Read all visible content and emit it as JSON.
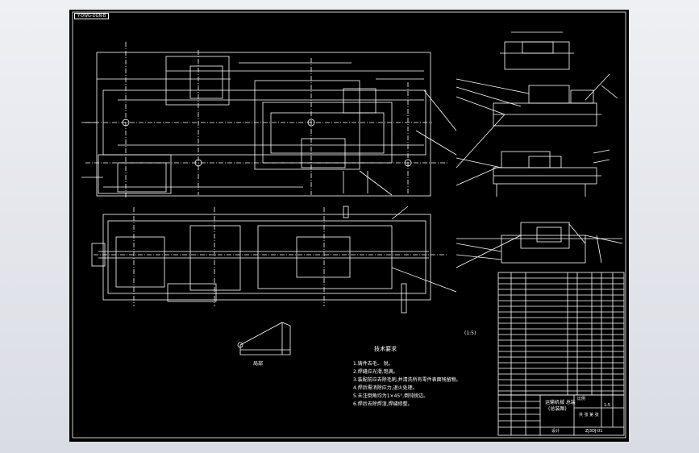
{
  "drawing": {
    "corner_tag": "Y-DWG-DGN-B",
    "tech_requirements_title": "技术要求",
    "tech_requirements": [
      "1.铸件去毛、 锐。",
      "2.焊缝应光滑,饱满。",
      "3.装配前应去除毛刺,并清洗所有零件表面残留物。",
      "4.焊后需消除应力,退火处理。",
      "5.未注倒角均为1×45°,倒钝锐边。",
      "6.焊后去除焊渣,焊缝修整。"
    ],
    "small_detail_label": "局部",
    "side_mark": "(1:5)",
    "title_block": {
      "drawing_name": "运输机械 总装",
      "drawing_subname": "(总装图)",
      "scale_label": "比例",
      "scale_value": "1:5",
      "drawing_no": "ZJ3DJ-01",
      "sheet_label": "共 张 第 张",
      "maker_label": "设计"
    }
  },
  "colors": {
    "background": "#000000",
    "line": "#ffffff",
    "page": "#e4e7ec"
  }
}
